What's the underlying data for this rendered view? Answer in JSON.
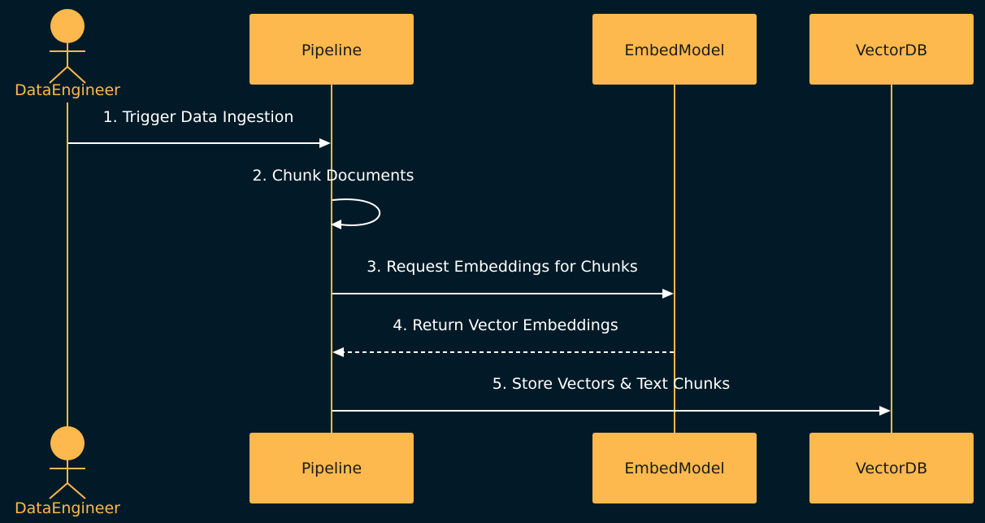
{
  "participants": {
    "data_engineer": "DataEngineer",
    "pipeline": "Pipeline",
    "embed_model": "EmbedModel",
    "vector_db": "VectorDB"
  },
  "messages": {
    "m1": "1. Trigger Data Ingestion",
    "m2": "2. Chunk Documents",
    "m3": "3. Request Embeddings for Chunks",
    "m4": "4. Return Vector Embeddings",
    "m5": "5. Store Vectors & Text Chunks"
  },
  "colors": {
    "background": "#021a27",
    "accent": "#fdb94d",
    "message": "#ffffff"
  }
}
